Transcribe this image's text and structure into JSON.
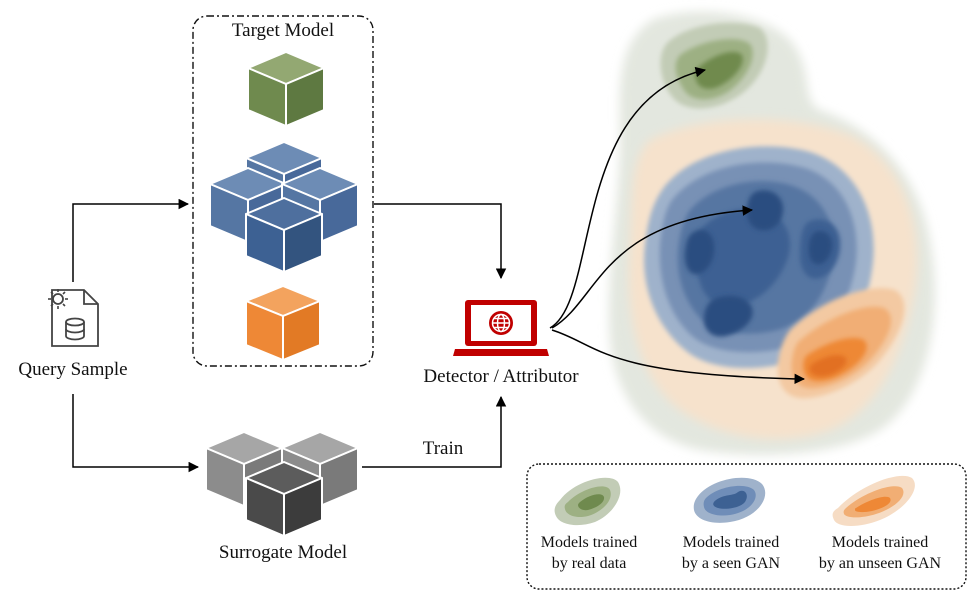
{
  "labels": {
    "target_model": "Target Model",
    "query_sample": "Query Sample",
    "detector": "Detector / Attributor",
    "train": "Train",
    "surrogate_model": "Surrogate Model"
  },
  "legend": {
    "real_data": {
      "line1": "Models trained",
      "line2": "by real data"
    },
    "seen_gan": {
      "line1": "Models trained",
      "line2": "by a seen GAN"
    },
    "unseen_gan": {
      "line1": "Models trained",
      "line2": "by an unseen GAN"
    }
  },
  "colors": {
    "green": "#6f8a4e",
    "blue": "#3d6193",
    "orange": "#ee8836",
    "gray": "#8c8c8c",
    "dark_gray": "#4a4a4a",
    "detector_red": "#c00000",
    "background_blob": "#e3e7df",
    "peach_blob": "#f6e2cc"
  },
  "icons": {
    "query_sample": "document-gear-database-icon",
    "detector": "laptop-globe-icon"
  }
}
